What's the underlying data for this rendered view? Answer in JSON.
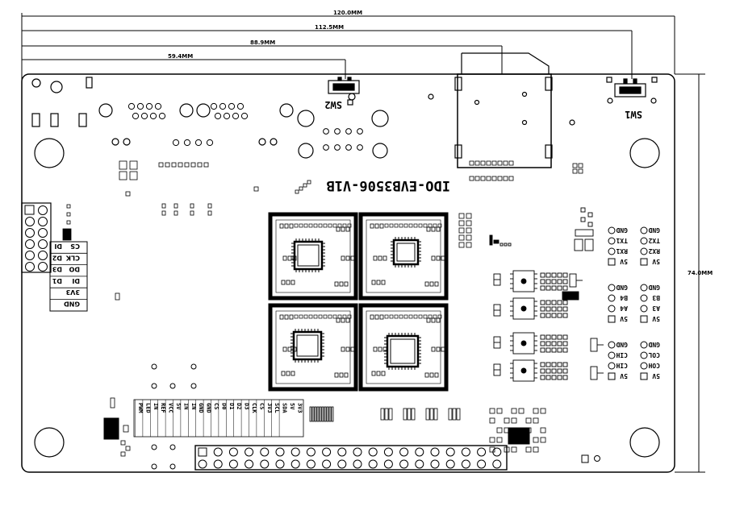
{
  "dimensions": {
    "d1": "120.0MM",
    "d2": "112.5MM",
    "d3": "88.9MM",
    "d4": "59.4MM",
    "height": "74.0MM"
  },
  "board": {
    "title": "IDO-EVB3506-V1B",
    "sw1": "SW1",
    "sw2": "SW2"
  },
  "jtag_labels": [
    "CS",
    "CLK",
    "DO",
    "DI",
    "3V3",
    "GND"
  ],
  "jtag_pins": [
    "DI",
    "D2",
    "D3",
    "D1",
    "",
    ""
  ],
  "right_headers": [
    {
      "left": [
        "GND",
        "TX1",
        "RX1",
        "5V"
      ],
      "right": [
        "GND",
        "TX2",
        "RX2",
        "5V"
      ]
    },
    {
      "left": [
        "GND",
        "B4",
        "A4",
        "5V"
      ],
      "right": [
        "GND",
        "B3",
        "A3",
        "5V"
      ]
    },
    {
      "left": [
        "GND",
        "CIH",
        "CIH",
        "5V"
      ],
      "right": [
        "GND",
        "COL",
        "COH",
        "5V"
      ]
    }
  ],
  "bottom_labels": [
    "PWM",
    "LED",
    "IN",
    "REF",
    "VCC",
    "5V",
    "IN",
    "IN",
    "GND",
    "GND",
    "CS",
    "D0",
    "D1",
    "D2",
    "D3",
    "CLK",
    "CS",
    "3V3",
    "SCL",
    "SDA",
    "5V",
    "3V3"
  ]
}
